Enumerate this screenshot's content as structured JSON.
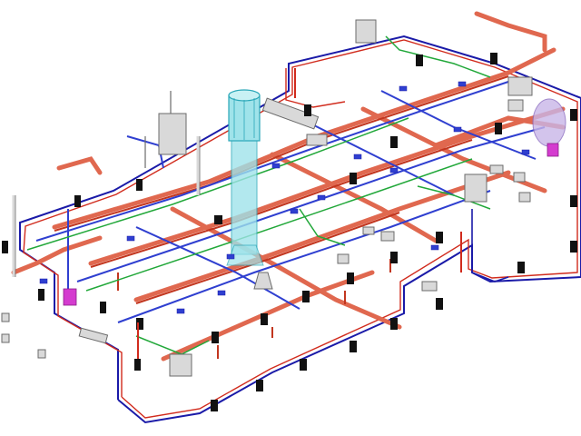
{
  "scene": {
    "background": "#ffffff",
    "colors": {
      "floor_outline": "#1a1aa8",
      "floor_outline_red": "#d12b1d",
      "duct": "#e0684f",
      "duct_dark": "#c2361f",
      "pipe_blue": "#2f3fd0",
      "pipe_green": "#22a83a",
      "equipment_fill": "#d9d9d9",
      "equipment_stroke": "#6b6b6b",
      "ahu_cyan": "#9fe3ea",
      "ahu_cyan_stroke": "#2aa7b8",
      "magenta": "#d43ccf",
      "grille": "#111111",
      "lavender": "#c9b6e8"
    },
    "components": {
      "grille_icon": "black-rectangle",
      "diffuser_icon": "blue-square",
      "air_handling_unit_icon": "cyan-cylinder",
      "fan_coil_icon": "magenta-box"
    }
  }
}
